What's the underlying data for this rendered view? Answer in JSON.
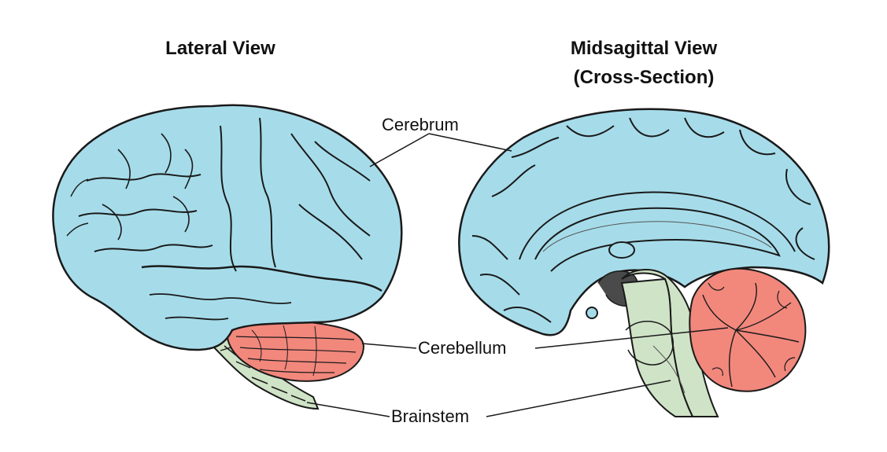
{
  "titles": {
    "lateral": "Lateral View",
    "midsagittal_line1": "Midsagittal View",
    "midsagittal_line2": "(Cross-Section)"
  },
  "labels": {
    "cerebrum": "Cerebrum",
    "cerebellum": "Cerebellum",
    "brainstem": "Brainstem"
  },
  "colors": {
    "cerebrum": "#a6dcea",
    "cerebellum": "#f2877c",
    "brainstem": "#cfe3c6",
    "outline": "#1a1a1a"
  }
}
